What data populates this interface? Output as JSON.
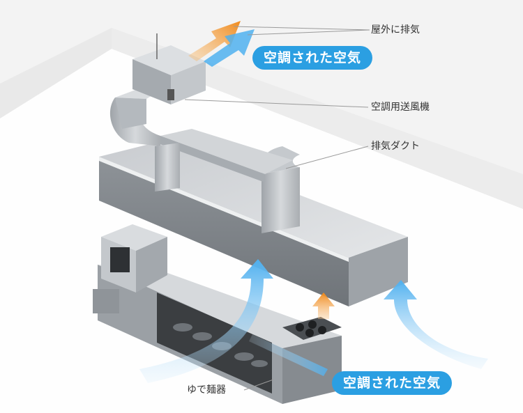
{
  "labels": {
    "outdoor_exhaust": "屋外に排気",
    "ac_blower": "空調用送風機",
    "exhaust_duct": "排気ダクト",
    "noodle_boiler": "ゆで麺器",
    "conditioned_air_top": "空調された空気",
    "conditioned_air_bottom": "空調された空気"
  },
  "colors": {
    "accent_blue": "#2b9fe2",
    "exhaust_orange": "#f08a1c",
    "steel": "#b8bcc0"
  },
  "icons": [
    "exhaust-arrow-icon",
    "air-flow-arrow-icon"
  ]
}
